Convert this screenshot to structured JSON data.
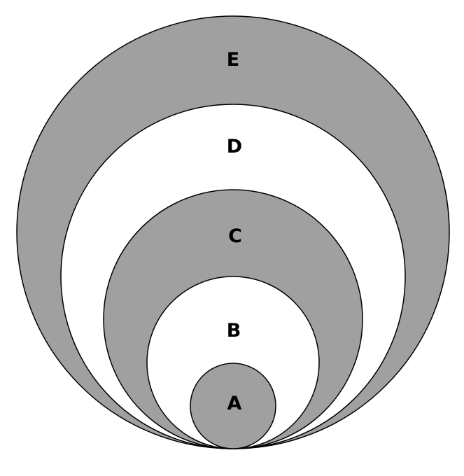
{
  "diagram": {
    "type": "nested-tangent-circles",
    "stroke_color": "#000000",
    "circles": [
      {
        "label": "E",
        "fill": "#a0a0a0"
      },
      {
        "label": "D",
        "fill": "#ffffff"
      },
      {
        "label": "C",
        "fill": "#a0a0a0"
      },
      {
        "label": "B",
        "fill": "#ffffff"
      },
      {
        "label": "A",
        "fill": "#a0a0a0"
      }
    ]
  }
}
